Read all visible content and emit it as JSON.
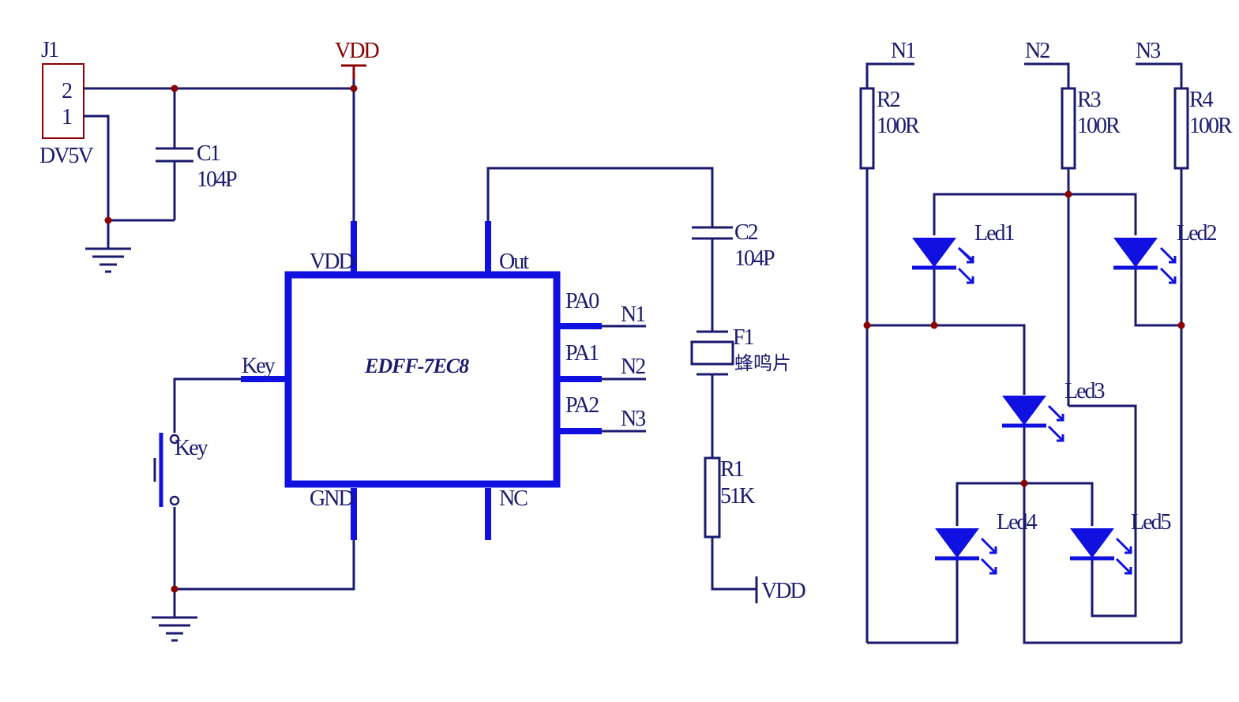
{
  "connector": {
    "ref": "J1",
    "pin2": "2",
    "pin1": "1",
    "value": "DV5V"
  },
  "vdd_top": "VDD",
  "vdd_right": "VDD",
  "c1": {
    "ref": "C1",
    "value": "104P"
  },
  "c2": {
    "ref": "C2",
    "value": "104P"
  },
  "chip": {
    "name": "EDFF-7EC8",
    "pins": {
      "vdd": "VDD",
      "out": "Out",
      "key": "Key",
      "gnd": "GND",
      "nc": "NC",
      "pa0": "PA0",
      "pa1": "PA1",
      "pa2": "PA2"
    }
  },
  "nets": {
    "n1": "N1",
    "n2": "N2",
    "n3": "N3"
  },
  "key_switch": "Key",
  "buzzer": {
    "ref": "F1",
    "value": "蜂鸣片"
  },
  "r1": {
    "ref": "R1",
    "value": "51K"
  },
  "r2": {
    "ref": "R2",
    "value": "100R"
  },
  "r3": {
    "ref": "R3",
    "value": "100R"
  },
  "r4": {
    "ref": "R4",
    "value": "100R"
  },
  "leds": [
    "Led1",
    "Led2",
    "Led3",
    "Led4",
    "Led5"
  ],
  "colors": {
    "wire": "#1a1a6e",
    "component": "#1010e0",
    "power": "#8b0000"
  }
}
